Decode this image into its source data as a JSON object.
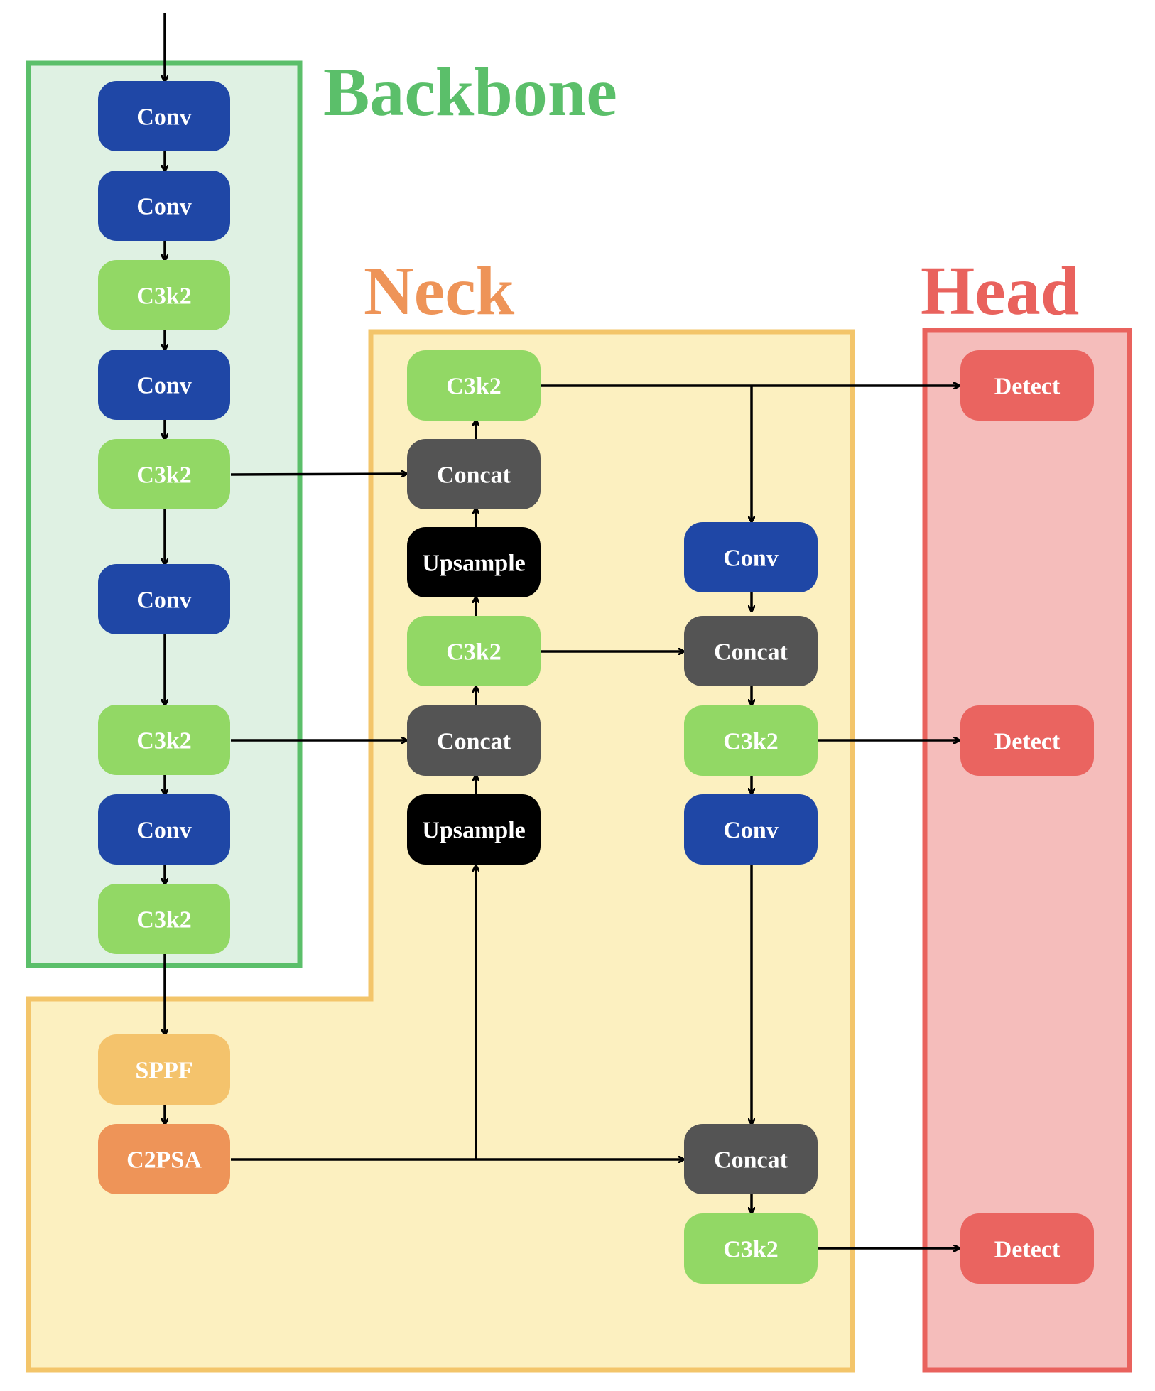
{
  "sections": {
    "backbone": {
      "title": "Backbone",
      "color": "#5bbf6a",
      "fill": "#dff1e3"
    },
    "neck": {
      "title": "Neck",
      "color": "#ee9458",
      "border": "#f3c56a",
      "fill": "#fcf0c0"
    },
    "head": {
      "title": "Head",
      "color": "#e9625d",
      "fill": "#f5bdbb"
    }
  },
  "node_colors": {
    "conv": "#1f47a6",
    "c3k2": "#92d865",
    "concat": "#545454",
    "upsample": "#000000",
    "sppf": "#f4c36c",
    "c2psa": "#ee9458",
    "detect": "#ea6460"
  },
  "nodes": {
    "bb_conv1": {
      "label": "Conv",
      "type": "conv"
    },
    "bb_conv2": {
      "label": "Conv",
      "type": "conv"
    },
    "bb_c3k2_1": {
      "label": "C3k2",
      "type": "c3k2"
    },
    "bb_conv3": {
      "label": "Conv",
      "type": "conv"
    },
    "bb_c3k2_2": {
      "label": "C3k2",
      "type": "c3k2"
    },
    "bb_conv4": {
      "label": "Conv",
      "type": "conv"
    },
    "bb_c3k2_3": {
      "label": "C3k2",
      "type": "c3k2"
    },
    "bb_conv5": {
      "label": "Conv",
      "type": "conv"
    },
    "bb_c3k2_4": {
      "label": "C3k2",
      "type": "c3k2"
    },
    "sppf": {
      "label": "SPPF",
      "type": "sppf"
    },
    "c2psa": {
      "label": "C2PSA",
      "type": "c2psa"
    },
    "nk_c3k2_top": {
      "label": "C3k2",
      "type": "c3k2"
    },
    "nk_concat_1": {
      "label": "Concat",
      "type": "concat"
    },
    "nk_upsample_1": {
      "label": "Upsample",
      "type": "upsample"
    },
    "nk_c3k2_mid": {
      "label": "C3k2",
      "type": "c3k2"
    },
    "nk_concat_2": {
      "label": "Concat",
      "type": "concat"
    },
    "nk_upsample_2": {
      "label": "Upsample",
      "type": "upsample"
    },
    "nk_conv_a": {
      "label": "Conv",
      "type": "conv"
    },
    "nk_concat_3": {
      "label": "Concat",
      "type": "concat"
    },
    "nk_c3k2_b": {
      "label": "C3k2",
      "type": "c3k2"
    },
    "nk_conv_b": {
      "label": "Conv",
      "type": "conv"
    },
    "nk_concat_4": {
      "label": "Concat",
      "type": "concat"
    },
    "nk_c3k2_c": {
      "label": "C3k2",
      "type": "c3k2"
    },
    "hd_detect_1": {
      "label": "Detect",
      "type": "detect"
    },
    "hd_detect_2": {
      "label": "Detect",
      "type": "detect"
    },
    "hd_detect_3": {
      "label": "Detect",
      "type": "detect"
    }
  },
  "edges": [
    [
      "input",
      "bb_conv1"
    ],
    [
      "bb_conv1",
      "bb_conv2"
    ],
    [
      "bb_conv2",
      "bb_c3k2_1"
    ],
    [
      "bb_c3k2_1",
      "bb_conv3"
    ],
    [
      "bb_conv3",
      "bb_c3k2_2"
    ],
    [
      "bb_c3k2_2",
      "bb_conv4"
    ],
    [
      "bb_conv4",
      "bb_c3k2_3"
    ],
    [
      "bb_c3k2_3",
      "bb_conv5"
    ],
    [
      "bb_conv5",
      "bb_c3k2_4"
    ],
    [
      "bb_c3k2_4",
      "sppf"
    ],
    [
      "sppf",
      "c2psa"
    ],
    [
      "c2psa",
      "nk_upsample_2"
    ],
    [
      "c2psa",
      "nk_concat_4"
    ],
    [
      "nk_upsample_2",
      "nk_concat_2"
    ],
    [
      "bb_c3k2_3",
      "nk_concat_2"
    ],
    [
      "nk_concat_2",
      "nk_c3k2_mid"
    ],
    [
      "nk_c3k2_mid",
      "nk_upsample_1"
    ],
    [
      "nk_c3k2_mid",
      "nk_concat_3"
    ],
    [
      "nk_upsample_1",
      "nk_concat_1"
    ],
    [
      "bb_c3k2_2",
      "nk_concat_1"
    ],
    [
      "nk_concat_1",
      "nk_c3k2_top"
    ],
    [
      "nk_c3k2_top",
      "hd_detect_1"
    ],
    [
      "nk_c3k2_top",
      "nk_conv_a"
    ],
    [
      "nk_conv_a",
      "nk_concat_3"
    ],
    [
      "nk_concat_3",
      "nk_c3k2_b"
    ],
    [
      "nk_c3k2_b",
      "hd_detect_2"
    ],
    [
      "nk_c3k2_b",
      "nk_conv_b"
    ],
    [
      "nk_conv_b",
      "nk_concat_4"
    ],
    [
      "nk_concat_4",
      "nk_c3k2_c"
    ],
    [
      "nk_c3k2_c",
      "hd_detect_3"
    ]
  ]
}
